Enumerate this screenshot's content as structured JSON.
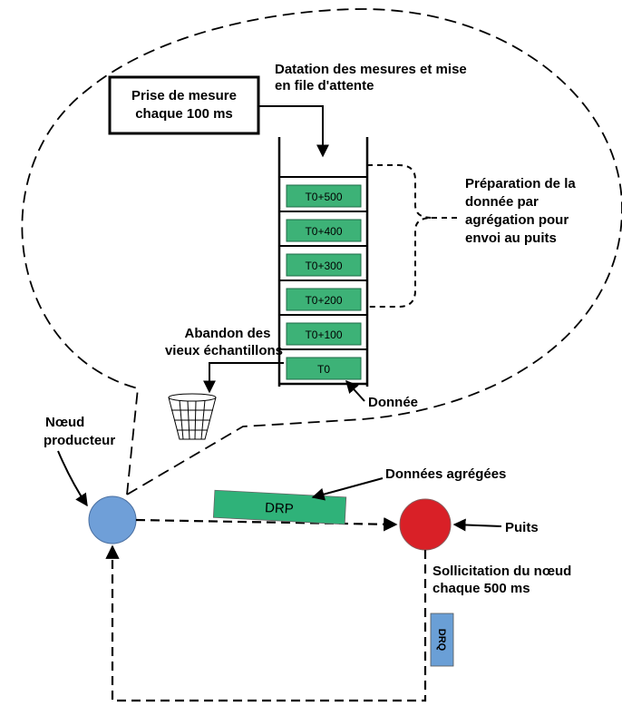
{
  "texts": {
    "sampling_box": [
      "Prise de mesure",
      "chaque 100 ms"
    ],
    "timestamping": [
      "Datation des mesures et mise",
      "en file d'attente"
    ],
    "aggregation": [
      "Préparation de la",
      "donnée par",
      "agrégation pour",
      "envoi au puits"
    ],
    "discard": [
      "Abandon des",
      "vieux échantillons"
    ],
    "data_label": "Donnée",
    "producer": [
      "Nœud",
      "producteur"
    ],
    "aggregated": "Données agrégées",
    "sink": "Puits",
    "solicitation": [
      "Sollicitation du nœud",
      "chaque 500 ms"
    ]
  },
  "queue": [
    "T0+500",
    "T0+400",
    "T0+300",
    "T0+200",
    "T0+100",
    "T0"
  ],
  "packets": {
    "drp": "DRP",
    "drq": "DRQ"
  },
  "colors": {
    "cell_green": "#3db277",
    "packet_green": "#2fb279",
    "producer_blue": "#6f9fd8",
    "sink_red": "#d92027",
    "drq_blue": "#6a9fd6",
    "ink": "#000000"
  }
}
